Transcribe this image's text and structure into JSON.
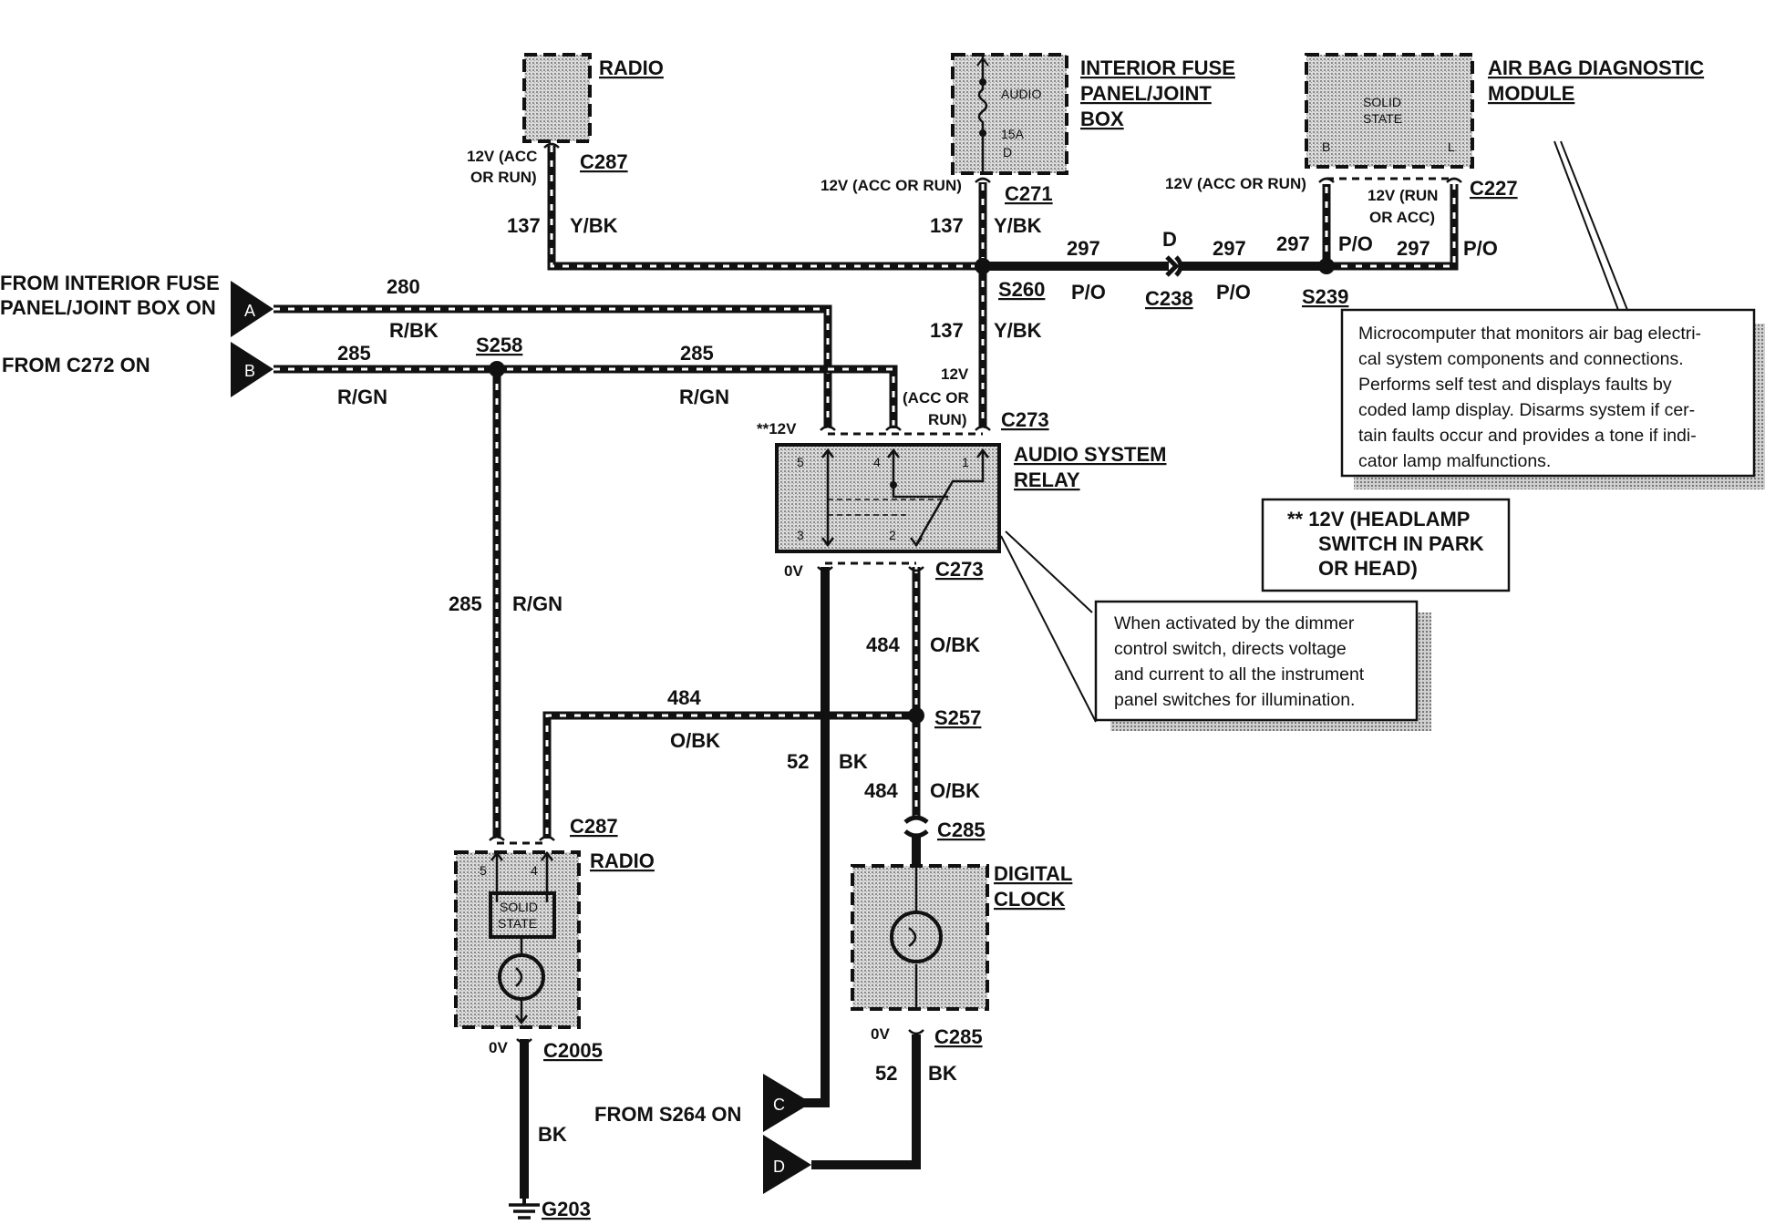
{
  "components": {
    "radio_top": {
      "label": "RADIO"
    },
    "fuse_panel": {
      "label_lines": [
        "INTERIOR FUSE",
        "PANEL/JOINT",
        "BOX"
      ],
      "inner_audio": "AUDIO",
      "inner_fuse": "15A",
      "inner_pin": "D"
    },
    "airbag_module": {
      "label_lines": [
        "AIR BAG DIAGNOSTIC",
        "MODULE"
      ],
      "inner_lines": [
        "SOLID",
        "STATE"
      ],
      "pin_b": "B",
      "pin_l": "L"
    },
    "audio_relay": {
      "label_lines": [
        "AUDIO SYSTEM",
        "RELAY"
      ],
      "pins": [
        "5",
        "4",
        "1",
        "3",
        "2"
      ]
    },
    "radio_bottom": {
      "label": "RADIO",
      "inner_lines": [
        "SOLID",
        "STATE"
      ],
      "pins": [
        "5",
        "4"
      ]
    },
    "digital_clock": {
      "label_lines": [
        "DIGITAL",
        "CLOCK"
      ]
    }
  },
  "connectors": {
    "c287_top": "C287",
    "c271": "C271",
    "c227": "C227",
    "s260": "S260",
    "c238": "C238",
    "c238_pin": "D",
    "s239": "S239",
    "c273_top": "C273",
    "s258": "S258",
    "c273_bottom": "C273",
    "s257": "S257",
    "c285_top": "C285",
    "c287_bottom": "C287",
    "c2005": "C2005",
    "c285_bottom": "C285",
    "g203": "G203"
  },
  "voltages": {
    "radio_top_lines": [
      "12V (ACC",
      "OR RUN)"
    ],
    "fuse": "12V (ACC OR RUN)",
    "airbag_left": "12V (ACC OR RUN)",
    "airbag_right_lines": [
      "12V (RUN",
      "OR ACC)"
    ],
    "relay_pin5": "**12V",
    "relay_pin1_lines": [
      "12V",
      "(ACC OR",
      "RUN)"
    ],
    "relay_bottom": "0V",
    "radio_ground": "0V",
    "clock_ground": "0V"
  },
  "wires": {
    "w137_a": {
      "circuit": "137",
      "color": "Y/BK"
    },
    "w137_b": {
      "circuit": "137",
      "color": "Y/BK"
    },
    "w137_c": {
      "circuit": "137",
      "color": "Y/BK"
    },
    "w297_a": {
      "circuit": "297",
      "color": "P/O"
    },
    "w297_b": {
      "circuit": "297",
      "color": "P/O"
    },
    "w297_c": {
      "circuit": "297",
      "color": "P/O"
    },
    "w297_d": {
      "circuit": "297",
      "color": "P/O"
    },
    "w280": {
      "circuit": "280",
      "color": "R/BK"
    },
    "w285_a": {
      "circuit": "285",
      "color": "R/GN"
    },
    "w285_b": {
      "circuit": "285",
      "color": "R/GN"
    },
    "w285_c": {
      "circuit": "285",
      "color": "R/GN"
    },
    "w484_a": {
      "circuit": "484",
      "color": "O/BK"
    },
    "w484_b": {
      "circuit": "484",
      "color": "O/BK"
    },
    "w484_c": {
      "circuit": "484",
      "color": "O/BK"
    },
    "w52_a": {
      "circuit": "52",
      "color": "BK"
    },
    "w52_b": {
      "circuit": "52",
      "color": "BK"
    },
    "w_radio_gnd": {
      "color": "BK"
    }
  },
  "sources": {
    "a": {
      "letter": "A",
      "text_lines": [
        "FROM INTERIOR FUSE",
        "PANEL/JOINT BOX ON"
      ]
    },
    "b": {
      "letter": "B",
      "text": "FROM C272 ON"
    },
    "c": {
      "letter": "C",
      "text": "FROM S264 ON"
    },
    "d": {
      "letter": "D"
    }
  },
  "notes": {
    "airbag": [
      "Microcomputer that monitors air bag electri-",
      "cal system components and connections.",
      "Performs self test and displays faults by",
      "coded lamp display.  Disarms system if cer-",
      "tain faults occur and provides a tone if indi-",
      "cator lamp malfunctions."
    ],
    "relay": [
      "When activated by the dimmer",
      "control switch, directs voltage",
      "and current to all the instrument",
      "panel switches for illumination."
    ],
    "headlamp_lines": [
      "**  12V (HEADLAMP",
      "SWITCH IN PARK",
      "OR HEAD)"
    ]
  },
  "colors": {
    "ink": "#111111",
    "stipple": "#bdbdbd",
    "background": "#ffffff"
  }
}
